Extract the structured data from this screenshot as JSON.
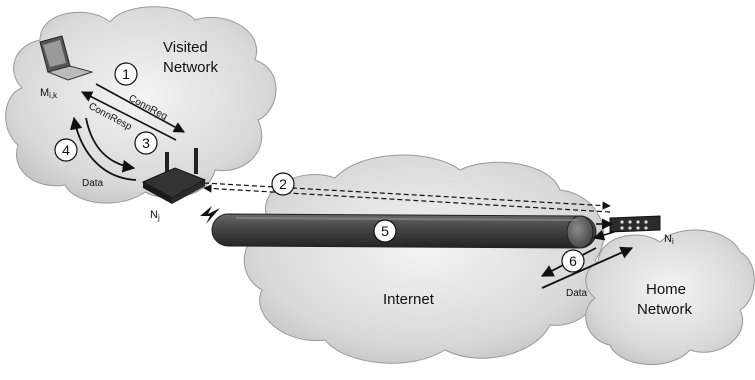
{
  "clouds": {
    "visited": {
      "label_line1": "Visited",
      "label_line2": "Network"
    },
    "internet": {
      "label": "Internet"
    },
    "home": {
      "label_line1": "Home",
      "label_line2": "Network"
    }
  },
  "nodes": {
    "mobile": {
      "label_main": "M",
      "label_sub": "i,k"
    },
    "visited_ap": {
      "label_main": "N",
      "label_sub": "j"
    },
    "home_gateway": {
      "label_main": "N",
      "label_sub": "i"
    }
  },
  "messages": {
    "conn_req": "ConnReq",
    "conn_resp": "ConnResp",
    "data_visited": "Data",
    "data_home": "Data"
  },
  "steps": [
    "1",
    "2",
    "3",
    "4",
    "5",
    "6"
  ]
}
